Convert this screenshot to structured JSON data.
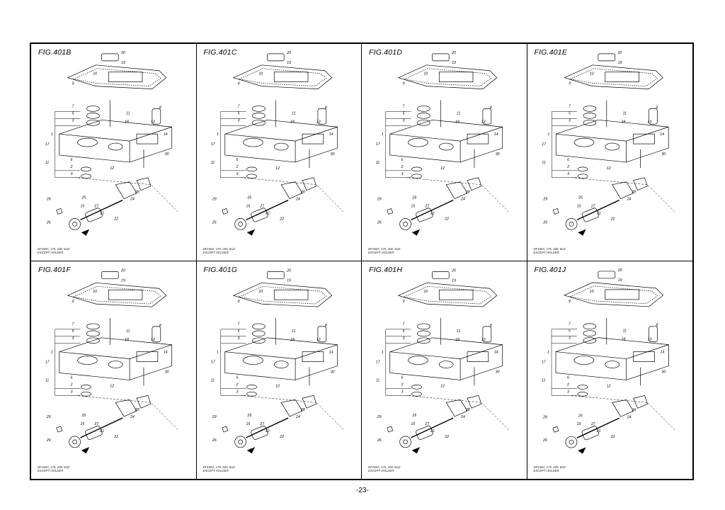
{
  "page_number": "-23-",
  "panels": [
    {
      "title": "FIG.401B",
      "note_line1": "DF150A, 175, 200, 6UZ",
      "note_line2": "EXCEPT HOLDER"
    },
    {
      "title": "FIG.401C",
      "note_line1": "DF150A, 175, 200, 6UZ",
      "note_line2": "EXCEPT HOLDER"
    },
    {
      "title": "FIG.401D",
      "note_line1": "DF150A, 175, 200, 6UZ",
      "note_line2": "EXCEPT HOLDER"
    },
    {
      "title": "FIG.401E",
      "note_line1": "DF150A, 175, 200, 6UZ",
      "note_line2": "EXCEPT HOLDER"
    },
    {
      "title": "FIG.401F",
      "note_line1": "DF150A, 175, 200, 6UZ",
      "note_line2": "EXCEPT HOLDER"
    },
    {
      "title": "FIG.401G",
      "note_line1": "DF150A, 175, 200, 6UZ",
      "note_line2": "EXCEPT HOLDER"
    },
    {
      "title": "FIG.401H",
      "note_line1": "DF150A, 175, 200, 6UZ",
      "note_line2": "EXCEPT HOLDER"
    },
    {
      "title": "FIG.401J",
      "note_line1": "DF150A, 175, 200, 6UZ",
      "note_line2": "EXCEPT HOLDER"
    }
  ],
  "part_callouts": [
    "20",
    "19",
    "10",
    "9",
    "7",
    "5",
    "3",
    "11",
    "18",
    "8",
    "13",
    "14",
    "1",
    "17",
    "11",
    "6",
    "2",
    "3",
    "12",
    "30",
    "15",
    "25",
    "27",
    "24",
    "28",
    "29",
    "26",
    "21",
    "22"
  ]
}
